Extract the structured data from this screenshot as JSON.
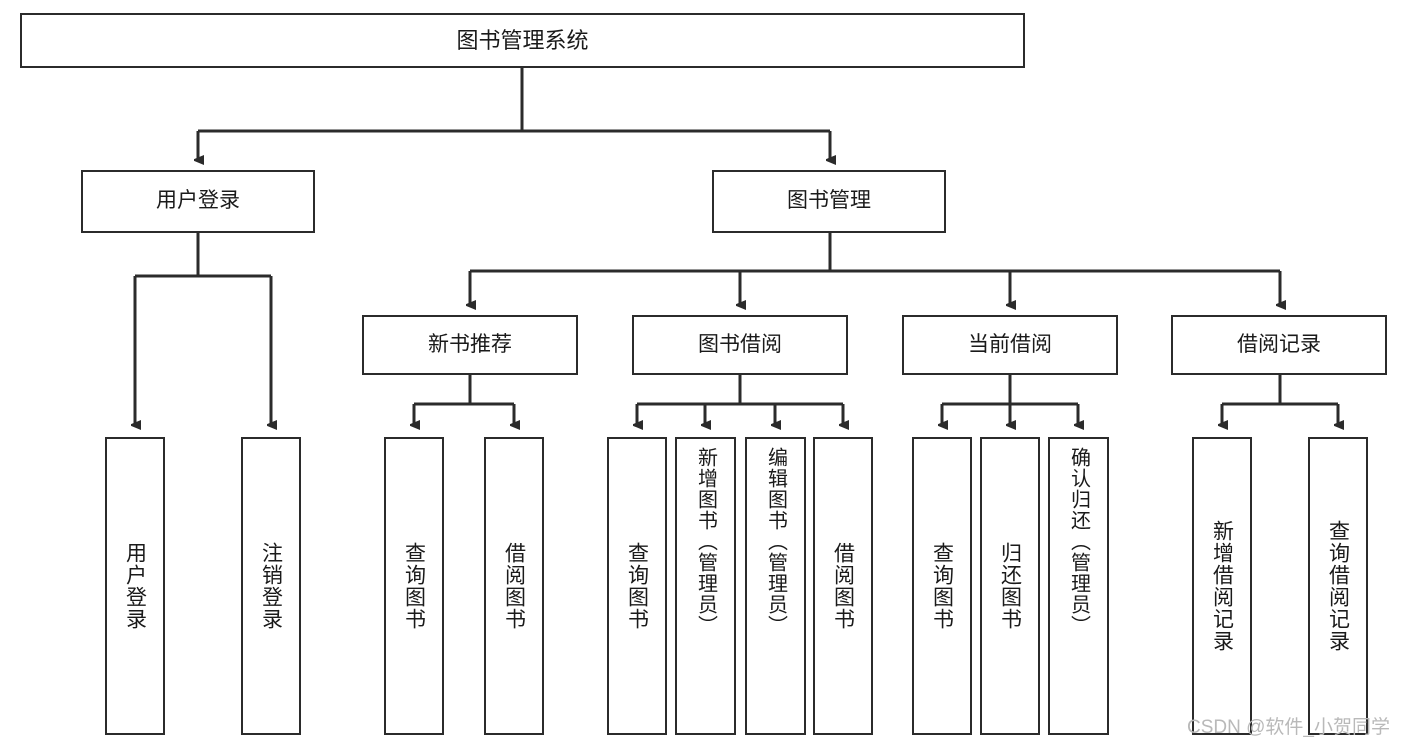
{
  "diagram": {
    "title_text": "图书管理系统",
    "type": "tree-hierarchy-diagram",
    "nodes": {
      "root": {
        "label": "图书管理系统"
      },
      "level2": [
        {
          "id": "user-login",
          "label": "用户登录"
        },
        {
          "id": "book-management",
          "label": "图书管理"
        }
      ],
      "level3": [
        {
          "id": "new-book-recommend",
          "label": "新书推荐"
        },
        {
          "id": "book-borrow",
          "label": "图书借阅"
        },
        {
          "id": "current-borrow",
          "label": "当前借阅"
        },
        {
          "id": "borrow-record",
          "label": "借阅记录"
        }
      ],
      "leaves": {
        "user_login": [
          {
            "id": "leaf-user-login",
            "label": "用户登录"
          },
          {
            "id": "leaf-logout-login",
            "label": "注销登录"
          }
        ],
        "new_book_recommend": [
          {
            "id": "leaf-query-book-1",
            "label": "查询图书"
          },
          {
            "id": "leaf-borrow-book-1",
            "label": "借阅图书"
          }
        ],
        "book_borrow": [
          {
            "id": "leaf-query-book-2",
            "label": "查询图书"
          },
          {
            "id": "leaf-add-book",
            "label": "新增图书（管理员）"
          },
          {
            "id": "leaf-edit-book",
            "label": "编辑图书（管理员）"
          },
          {
            "id": "leaf-borrow-book-2",
            "label": "借阅图书"
          }
        ],
        "current_borrow": [
          {
            "id": "leaf-query-book-3",
            "label": "查询图书"
          },
          {
            "id": "leaf-return-book",
            "label": "归还图书"
          },
          {
            "id": "leaf-confirm-return",
            "label": "确认归还（管理员）"
          }
        ],
        "borrow_record": [
          {
            "id": "leaf-add-borrow-record",
            "label": "新增借阅记录"
          },
          {
            "id": "leaf-query-borrow-record",
            "label": "查询借阅记录"
          }
        ]
      }
    },
    "colors": {
      "border": "#2b2b2b",
      "background": "#ffffff",
      "text": "#1a1a1a",
      "watermark": "#b9b9b9"
    }
  },
  "watermark": {
    "text": "CSDN @软件_小贺同学"
  }
}
